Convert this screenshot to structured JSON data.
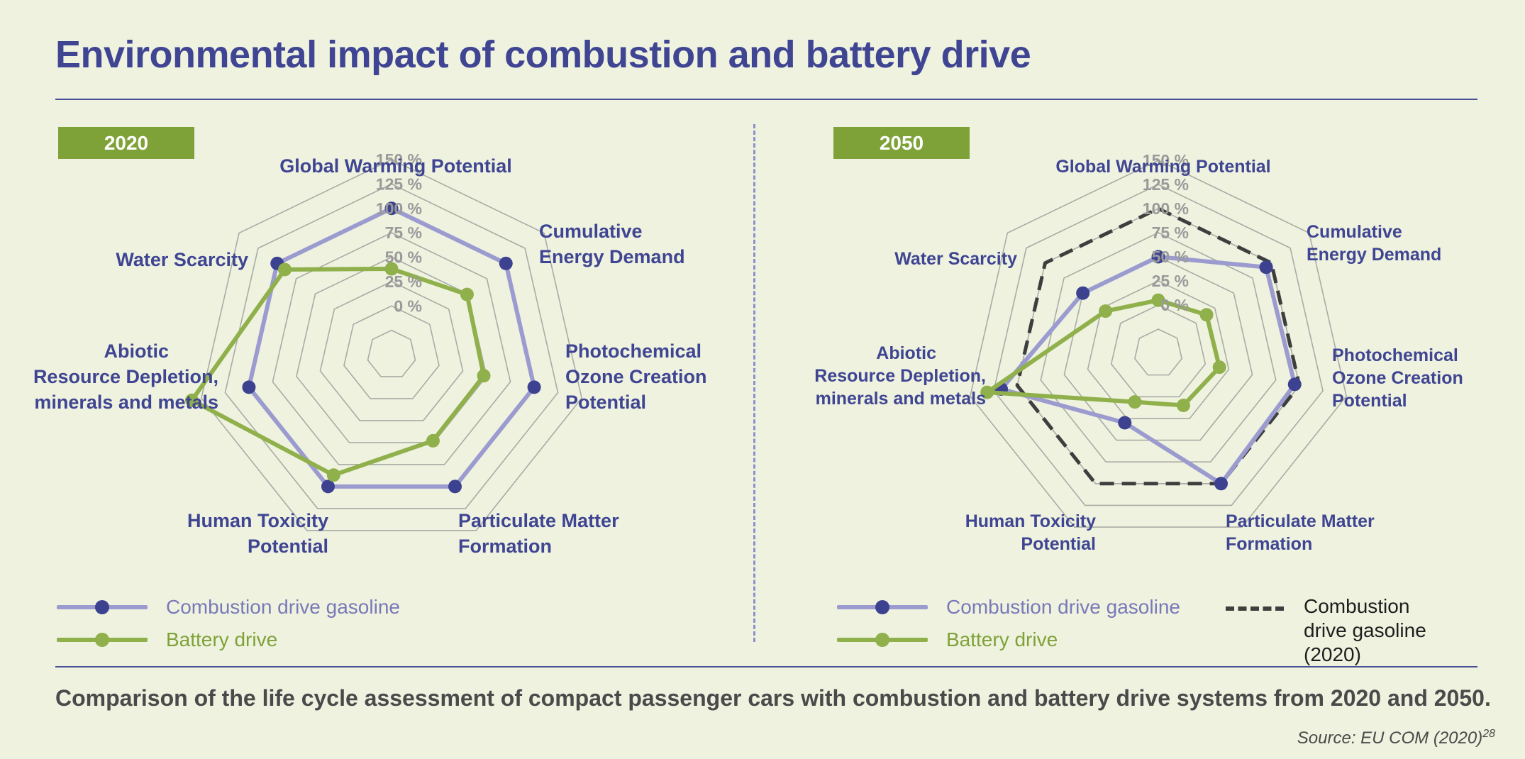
{
  "title": "Environmental impact of combustion and battery drive",
  "caption": "Comparison of the life cycle assessment of compact passenger cars with combustion and battery drive systems from 2020 and 2050.",
  "source": "Source: EU COM (2020)",
  "source_ref": "28",
  "colors": {
    "combustion_line": "#9c9bd0",
    "combustion_marker": "#3d4290",
    "battery": "#8fb04a",
    "reference_dashed": "#3e3e3e",
    "axis_label": "#3f4592",
    "tick_label": "#9a9a9a",
    "grid": "#a9aca6",
    "badge": "#7fa238"
  },
  "legend": {
    "combustion": "Combustion drive gasoline",
    "battery": "Battery drive",
    "reference": "Combustion drive gasoline (2020)"
  },
  "chart_data": [
    {
      "type": "radar",
      "panel_label": "2020",
      "axes": [
        "Global Warming Potential",
        "Cumulative Energy Demand",
        "Photochemical Ozone Creation Potential",
        "Particulate Matter Formation",
        "Human Toxicity Potential",
        "Abiotic Resource Depletion, minerals and metals",
        "Water Scarcity"
      ],
      "tick_labels": [
        "0 %",
        "25 %",
        "50 %",
        "75 %",
        "100 %",
        "125 %",
        "150 %"
      ],
      "range": [
        -50,
        150
      ],
      "series": [
        {
          "name": "Combustion drive gasoline",
          "values": [
            100,
            100,
            100,
            100,
            100,
            100,
            100
          ]
        },
        {
          "name": "Battery drive",
          "values": [
            38,
            49,
            47,
            48,
            87,
            160,
            90
          ]
        }
      ]
    },
    {
      "type": "radar",
      "panel_label": "2050",
      "axes": [
        "Global Warming Potential",
        "Cumulative Energy Demand",
        "Photochemical Ozone Creation Potential",
        "Particulate Matter Formation",
        "Human Toxicity Potential",
        "Abiotic Resource Depletion, minerals and metals",
        "Water Scarcity"
      ],
      "tick_labels": [
        "0 %",
        "25 %",
        "50 %",
        "75 %",
        "100 %",
        "125 %",
        "150 %"
      ],
      "range": [
        -50,
        150
      ],
      "series": [
        {
          "name": "Combustion drive gasoline",
          "values": [
            50,
            93,
            95,
            100,
            30,
            117,
            50
          ]
        },
        {
          "name": "Battery drive",
          "values": [
            5,
            14,
            15,
            10,
            6,
            132,
            20
          ]
        },
        {
          "name": "Combustion drive gasoline (2020)",
          "values": [
            100,
            100,
            100,
            100,
            100,
            100,
            100
          ]
        }
      ]
    }
  ]
}
